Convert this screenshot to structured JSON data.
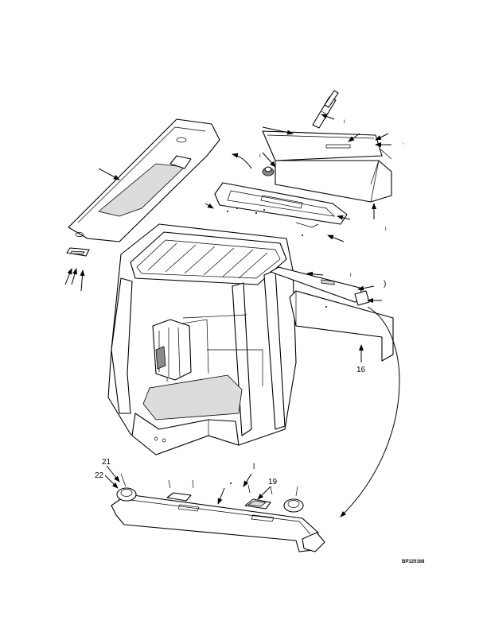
{
  "diagram": {
    "drawing_ref": "BP120168",
    "callouts": {
      "item_16": "16",
      "item_19": "19",
      "item_21": "21",
      "item_22": "22"
    },
    "marks": {
      "mark_i1": "i",
      "mark_i2": "i",
      "mark_i3": "i",
      "mark_i4": "i",
      "mark_l": "l",
      "mark_paren": ")",
      "mark_colon": ":"
    }
  }
}
